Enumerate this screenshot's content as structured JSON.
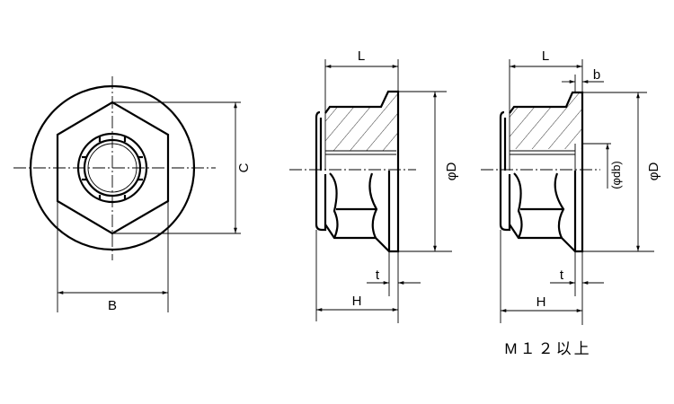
{
  "front_view": {
    "label_B": "B",
    "label_C": "C"
  },
  "side_view_1": {
    "label_L": "L",
    "label_D": "φD",
    "label_t": "t",
    "label_H": "H"
  },
  "side_view_2": {
    "label_L": "L",
    "label_b": "b",
    "label_db": "(φdb)",
    "label_D": "φD",
    "label_t": "t",
    "label_H": "H"
  },
  "caption": "M１２以上"
}
